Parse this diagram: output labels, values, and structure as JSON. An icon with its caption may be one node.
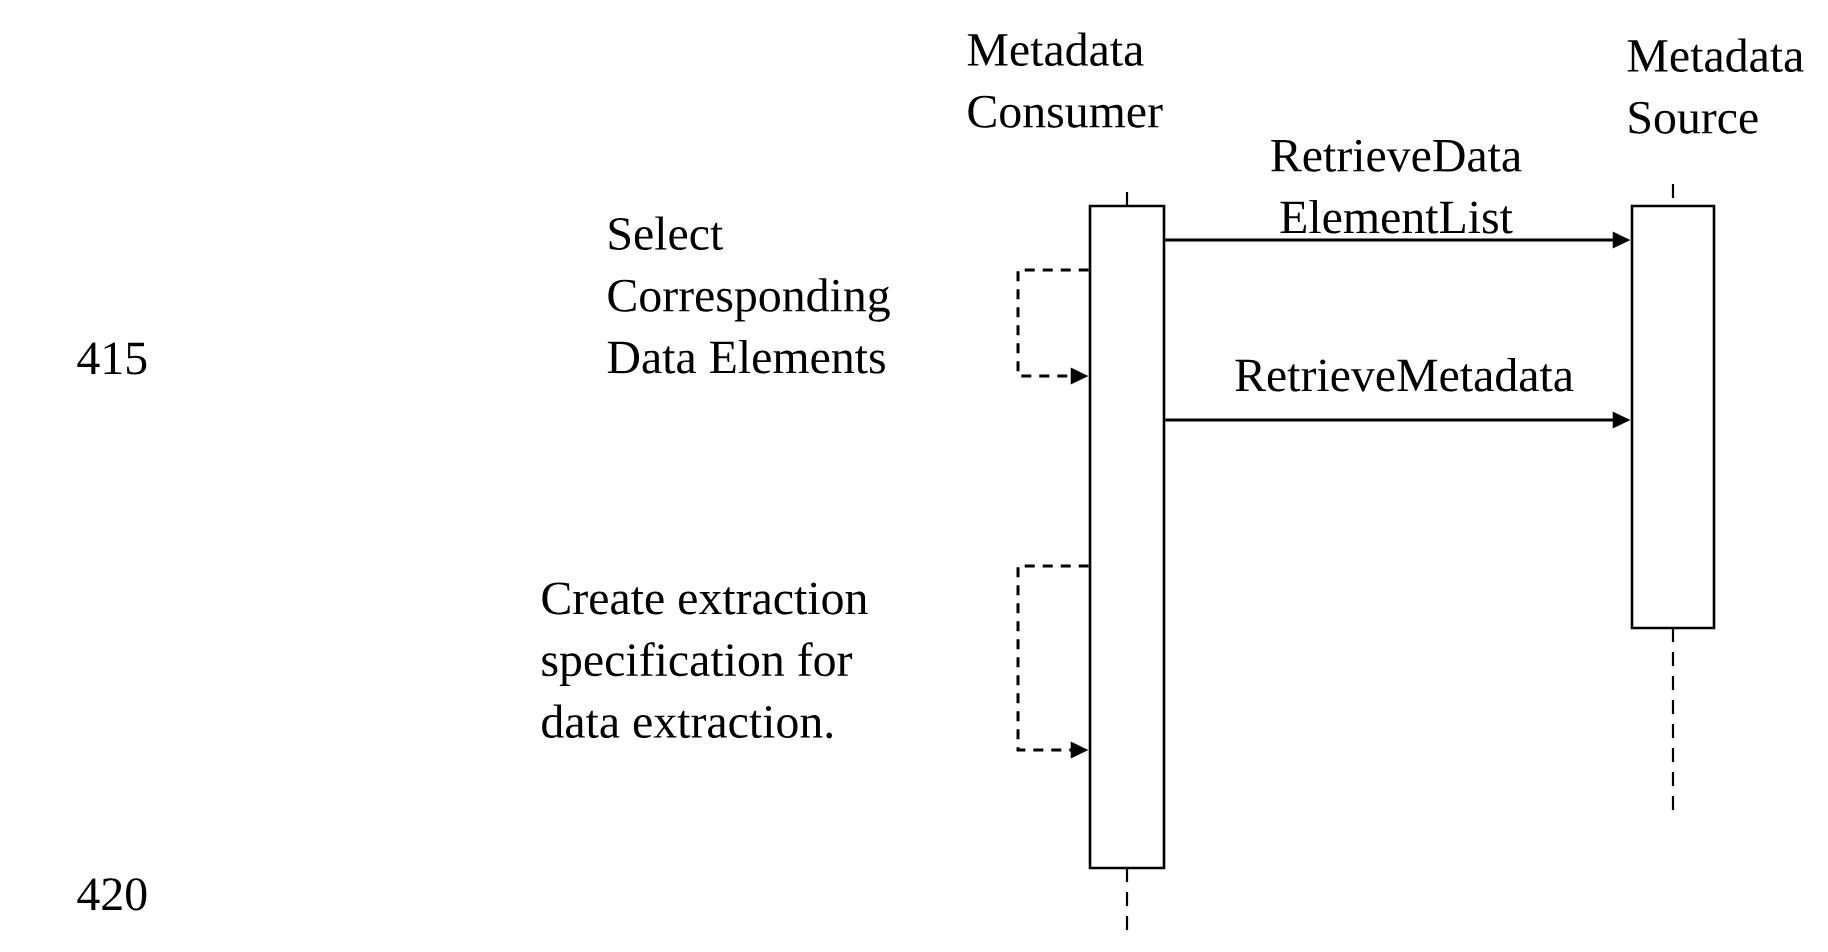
{
  "diagram": {
    "nodes": [
      {
        "text": [
          "Metadata Consumer"
        ]
      },
      {
        "text": [
          "Metadata Source"
        ]
      }
    ],
    "edges": [
      {
        "from": 0,
        "to": 1,
        "arrow": "to",
        "label": "RetrieveData ElementList"
      },
      {
        "from": 0,
        "to": 0,
        "arrow": "to",
        "style": "dashed",
        "label": "Select Corresponding Data Elements"
      },
      {
        "from": 0,
        "to": 1,
        "arrow": "to",
        "label": "RetrieveMetadata"
      },
      {
        "from": 0,
        "to": 0,
        "arrow": "to",
        "style": "dashed",
        "label": "Create extraction specification for data extraction."
      }
    ],
    "labels": [
      "415",
      "420"
    ]
  }
}
